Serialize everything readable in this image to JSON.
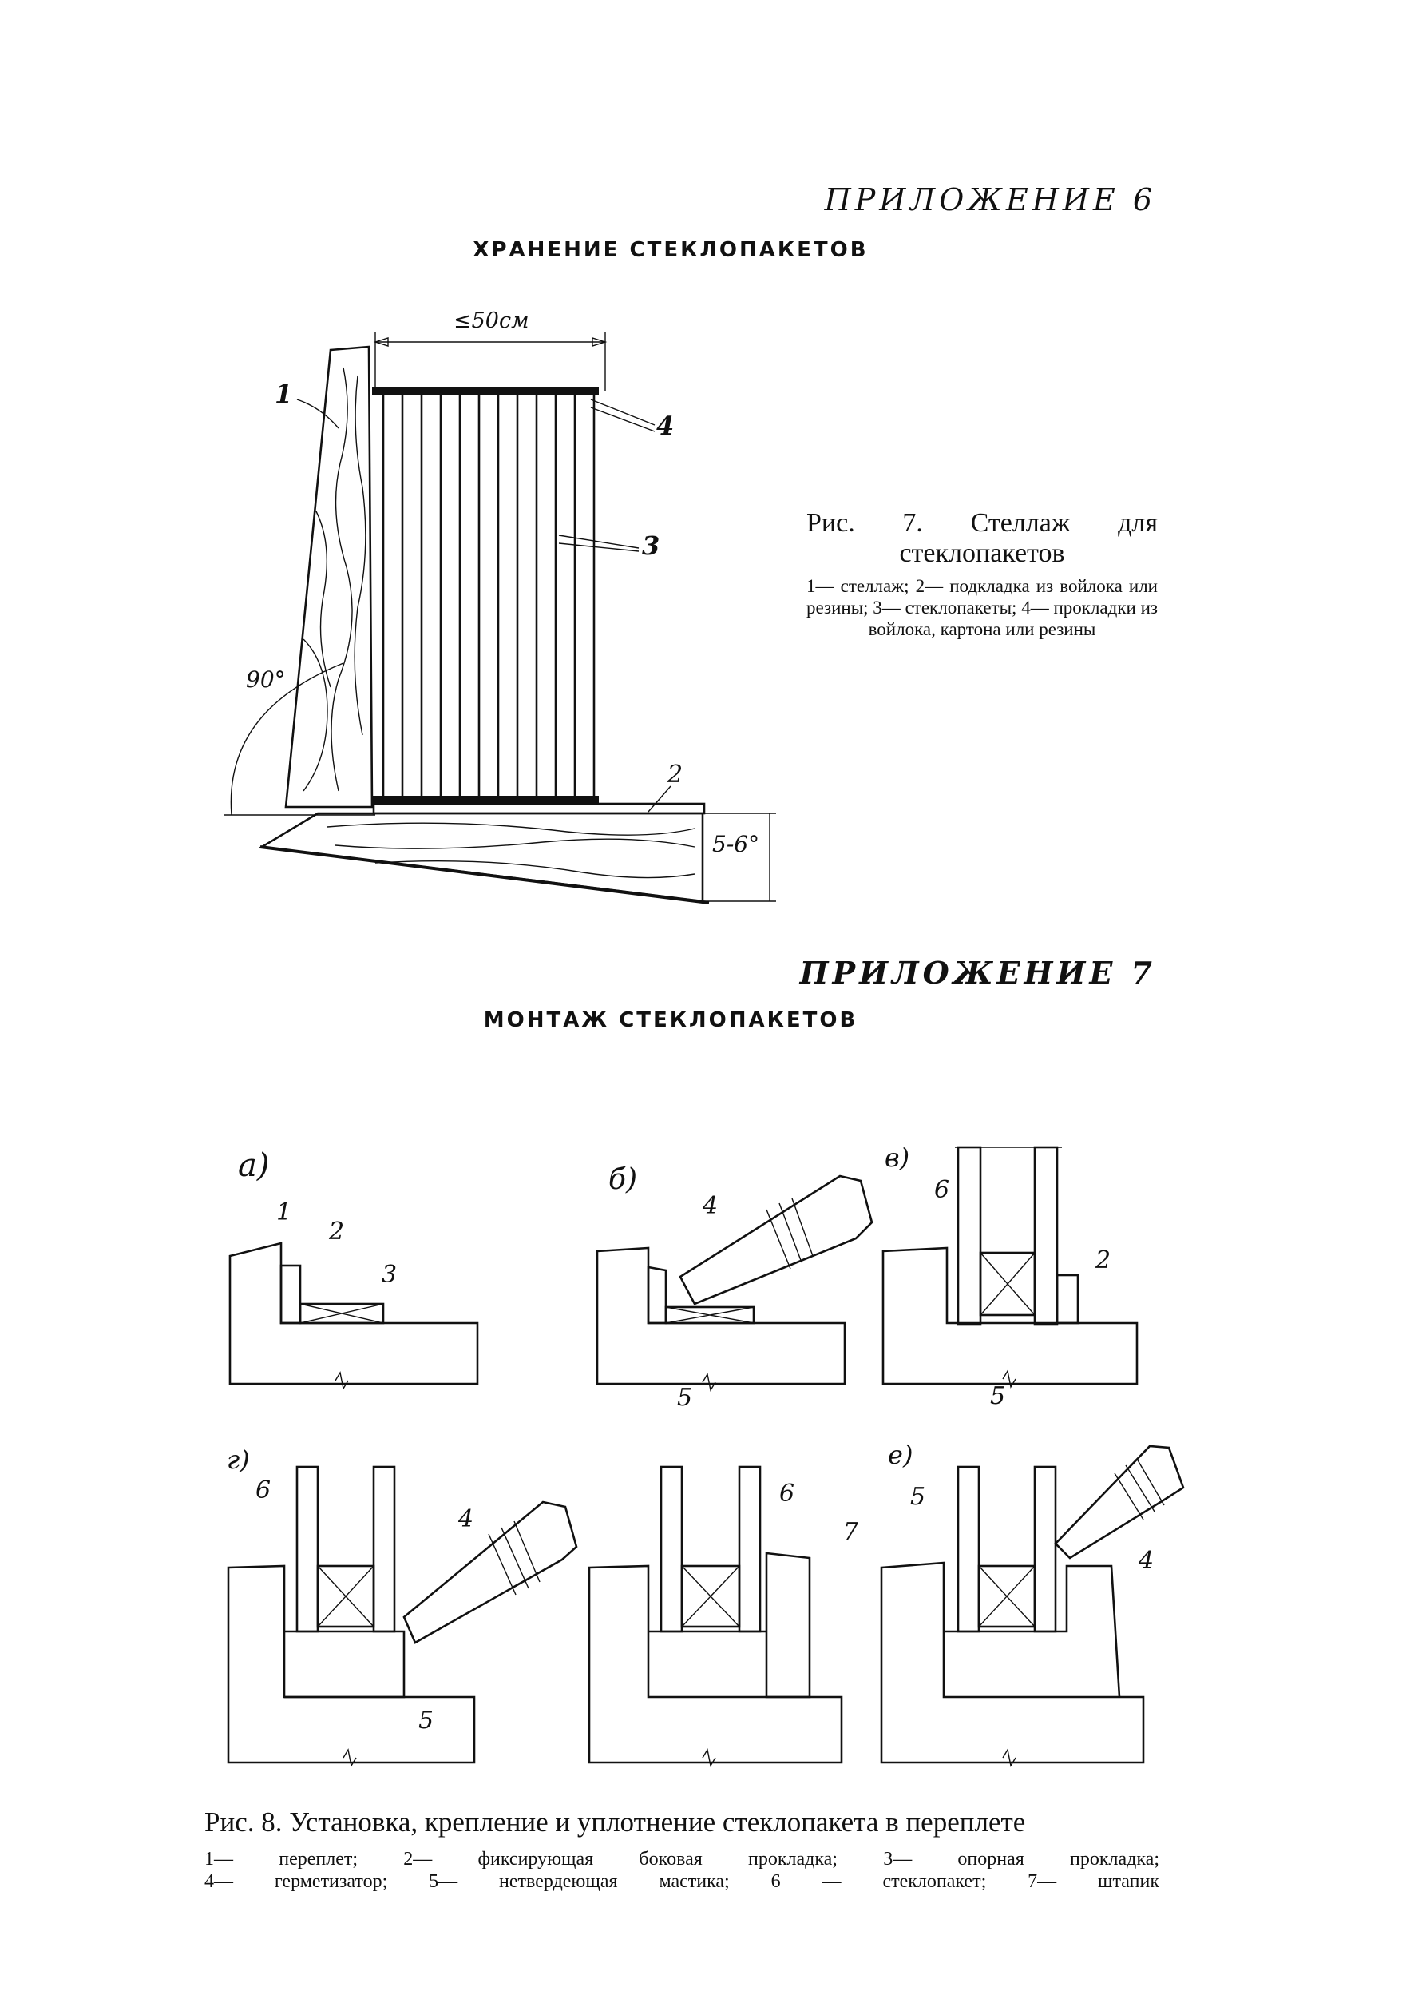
{
  "appendix6": {
    "label": "ПРИЛОЖЕНИЕ 6",
    "title": "ХРАНЕНИЕ СТЕКЛОПАКЕТОВ",
    "figure": {
      "dimension": "≤50см",
      "angle_90": "90°",
      "angle_slope": "5-6°",
      "labels": [
        "1",
        "2",
        "3",
        "4"
      ],
      "caption_title": "Рис. 7. Стеллаж для стеклопакетов",
      "caption_text": "1— стеллаж; 2— подкладка из войлока или резины; 3— стеклопакеты; 4— прокладки из войлока, картона или резины"
    }
  },
  "appendix7": {
    "label": "ПРИЛОЖЕНИЕ 7",
    "title": "МОНТАЖ СТЕКЛОПАКЕТОВ",
    "figure": {
      "panels": [
        "а)",
        "б)",
        "в)",
        "г)",
        "е)"
      ],
      "numbers": [
        "1",
        "2",
        "3",
        "4",
        "5",
        "6",
        "7"
      ],
      "caption_title": "Рис. 8. Установка, крепление и уплотнение стеклопакета в переплете",
      "caption_text_1": "1— переплет; 2— фиксирующая боковая прокладка; 3— опорная прокладка;",
      "caption_text_2": "4— герметизатор; 5— нетвердеющая мастика; 6 — стеклопакет; 7— штапик"
    }
  }
}
